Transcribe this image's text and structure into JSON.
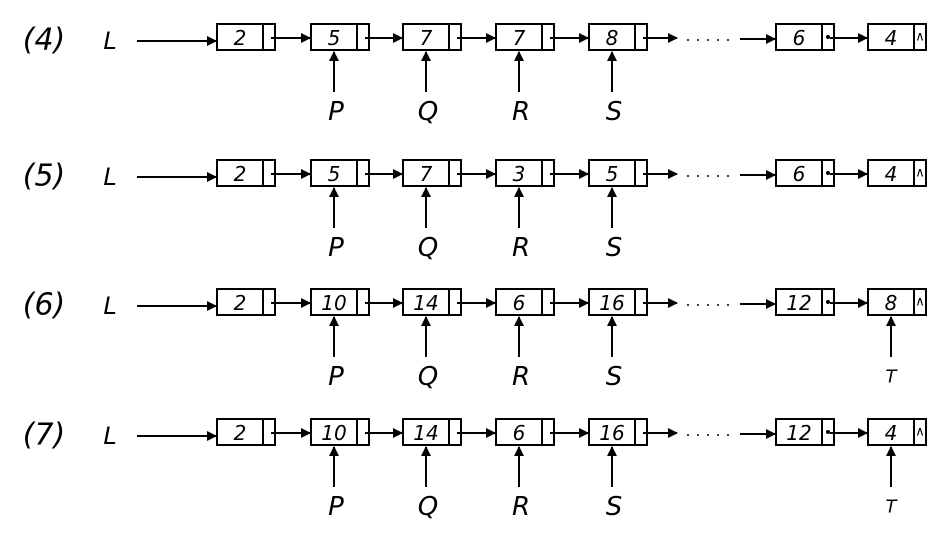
{
  "rows": [
    {
      "label": "(4)",
      "head": "L",
      "nodes": [
        "2",
        "5",
        "7",
        "7",
        "8"
      ],
      "tail_nodes": [
        "6",
        "4"
      ],
      "tail_end": [
        "dot",
        "null"
      ],
      "null_symbol": "∧",
      "pointers": [
        "P",
        "Q",
        "R",
        "S"
      ]
    },
    {
      "label": "(5)",
      "head": "L",
      "nodes": [
        "2",
        "5",
        "7",
        "3",
        "5"
      ],
      "tail_nodes": [
        "6",
        "4"
      ],
      "tail_end": [
        "dot",
        "null"
      ],
      "null_symbol": "∧",
      "pointers": [
        "P",
        "Q",
        "R",
        "S"
      ]
    },
    {
      "label": "(6)",
      "head": "L",
      "nodes": [
        "2",
        "10",
        "14",
        "6",
        "16"
      ],
      "tail_nodes": [
        "12",
        "8"
      ],
      "tail_end": [
        "dot",
        "null"
      ],
      "null_symbol": "∧",
      "pointers": [
        "P",
        "Q",
        "R",
        "S"
      ],
      "tail_pointer": "T"
    },
    {
      "label": "(7)",
      "head": "L",
      "nodes": [
        "2",
        "10",
        "14",
        "6",
        "16"
      ],
      "tail_nodes": [
        "12",
        "4"
      ],
      "tail_end": [
        "dot",
        "null"
      ],
      "null_symbol": "∧",
      "pointers": [
        "P",
        "Q",
        "R",
        "S"
      ],
      "tail_pointer": "T"
    }
  ]
}
